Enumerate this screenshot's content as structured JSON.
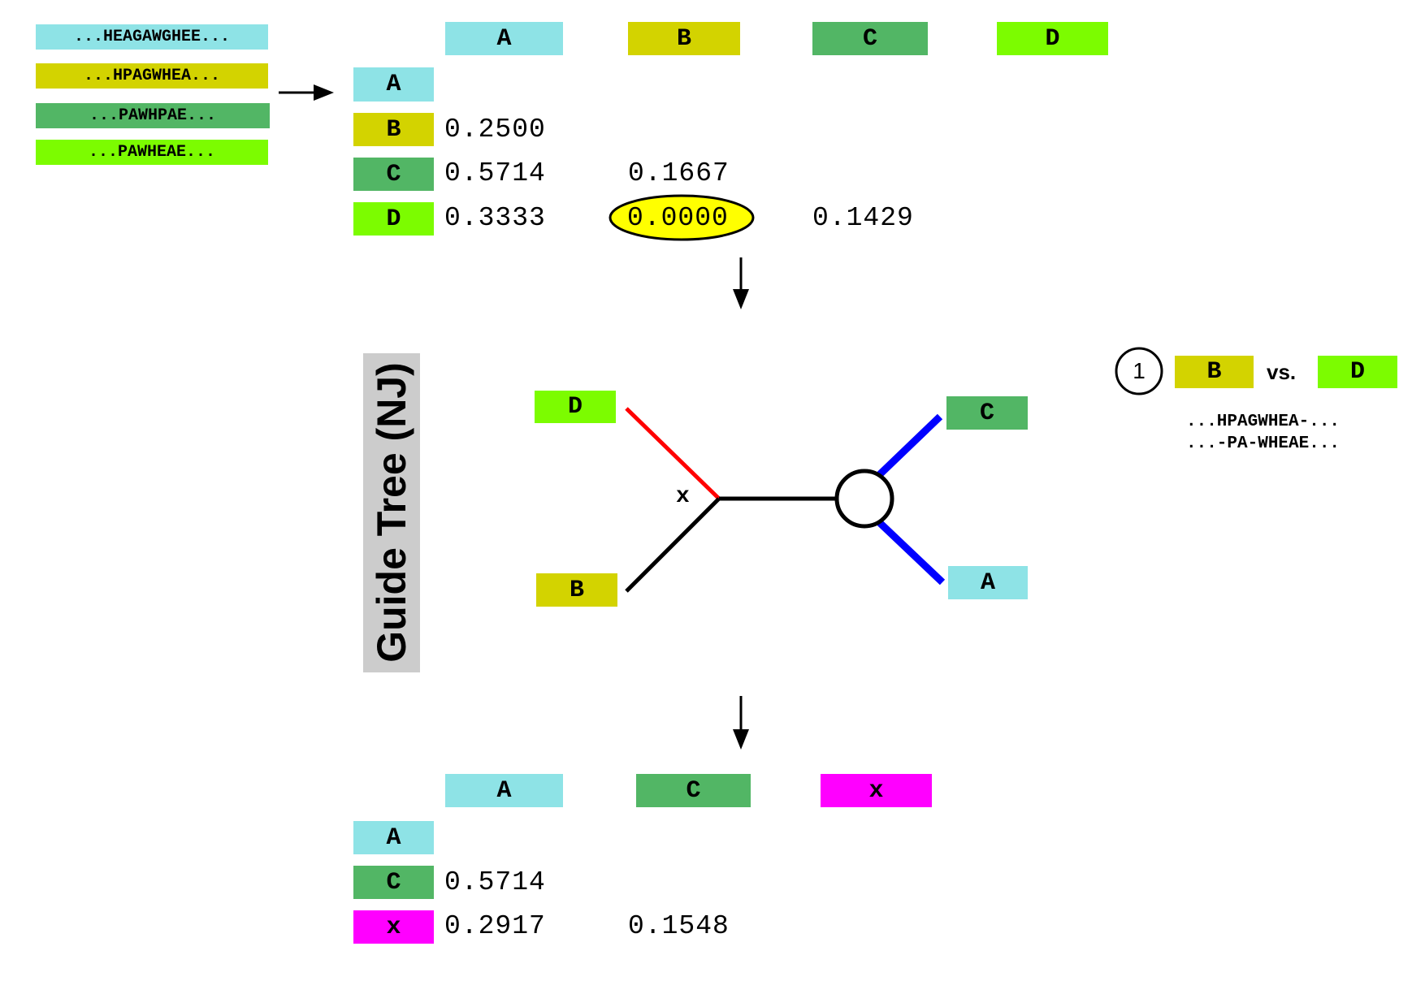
{
  "sequences": [
    {
      "text": "...HEAGAWGHEE...",
      "color": "#8ee3e6"
    },
    {
      "text": "...HPAGWHEA...",
      "color": "#d3d300"
    },
    {
      "text": "...PAWHPAE...",
      "color": "#52b665"
    },
    {
      "text": "...PAWHEAE...",
      "color": "#7cfc00"
    }
  ],
  "matrix1": {
    "columns": [
      "A",
      "B",
      "C",
      "D"
    ],
    "rows": [
      "A",
      "B",
      "C",
      "D"
    ],
    "values": {
      "b_a": "0.2500",
      "c_a": "0.5714",
      "c_b": "0.1667",
      "d_a": "0.3333",
      "d_b": "0.0000",
      "d_c": "0.1429"
    },
    "highlight": "0.0000",
    "highlight_color": "#ffff00"
  },
  "guide_tree_label": "Guide Tree (NJ)",
  "tree": {
    "leaves": {
      "d": "D",
      "b": "B",
      "c": "C",
      "a": "A"
    },
    "internal_node_label": "x",
    "branch_colors": {
      "d": "#ff0000",
      "b": "#000000",
      "c": "#0000ff",
      "a": "#0000ff"
    }
  },
  "step": {
    "number": "1",
    "left": "B",
    "vs": "vs.",
    "right": "D",
    "alignment": [
      "...HPAGWHEA-...",
      "...-PA-WHEAE..."
    ]
  },
  "matrix2": {
    "columns": [
      "A",
      "C",
      "x"
    ],
    "rows": [
      "A",
      "C",
      "x"
    ],
    "values": {
      "c_a": "0.5714",
      "x_a": "0.2917",
      "x_c": "0.1548"
    }
  }
}
